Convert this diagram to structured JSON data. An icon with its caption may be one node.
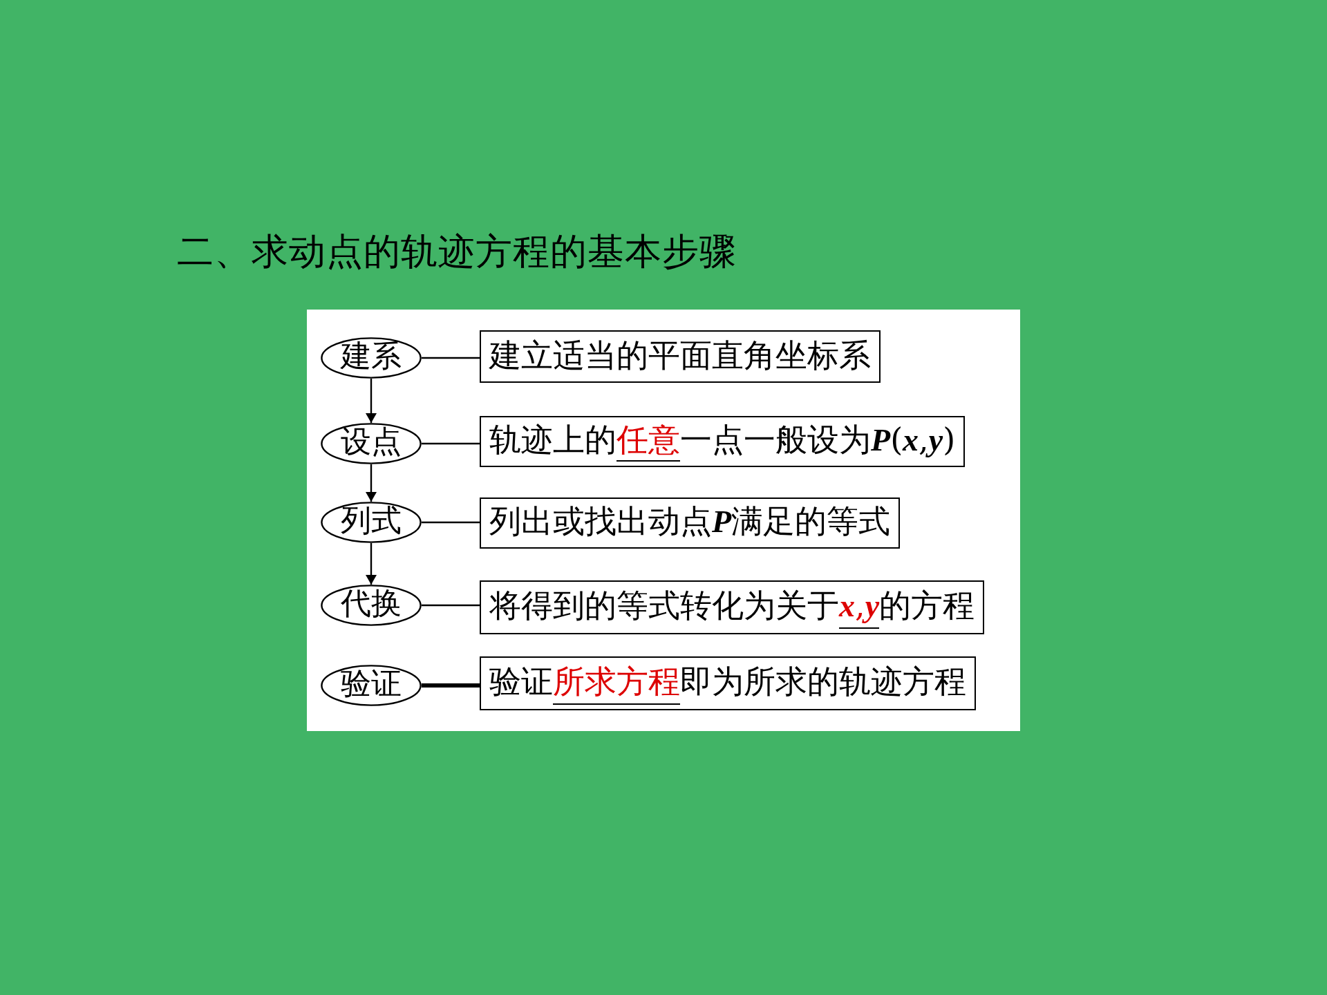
{
  "diagram": {
    "title": "二、求动点的轨迹方程的基本步骤",
    "nodes": [
      {
        "text": [
          "建系"
        ]
      },
      {
        "text": [
          "建立适当的平面直角坐标系"
        ]
      },
      {
        "text": [
          "设点"
        ]
      },
      {
        "text": [
          "轨迹上的**任意**一点一般设为P(x,y)"
        ]
      },
      {
        "text": [
          "列式"
        ]
      },
      {
        "text": [
          "列出或找出动点P满足的等式"
        ]
      },
      {
        "text": [
          "代换"
        ]
      },
      {
        "text": [
          "将得到的等式转化为关于**x,y**的方程"
        ]
      },
      {
        "text": [
          "验证"
        ]
      },
      {
        "text": [
          "验证**所求方程**即为所求的轨迹方程"
        ]
      }
    ],
    "edges": [
      {
        "from": 0,
        "to": 1,
        "arrow": "none"
      },
      {
        "from": 2,
        "to": 3,
        "arrow": "none"
      },
      {
        "from": 4,
        "to": 5,
        "arrow": "none"
      },
      {
        "from": 6,
        "to": 7,
        "arrow": "none"
      },
      {
        "from": 8,
        "to": 9,
        "arrow": "none",
        "style": "thick"
      },
      {
        "from": 0,
        "to": 2,
        "arrow": "to"
      },
      {
        "from": 2,
        "to": 4,
        "arrow": "to"
      },
      {
        "from": 4,
        "to": 6,
        "arrow": "to"
      }
    ]
  }
}
